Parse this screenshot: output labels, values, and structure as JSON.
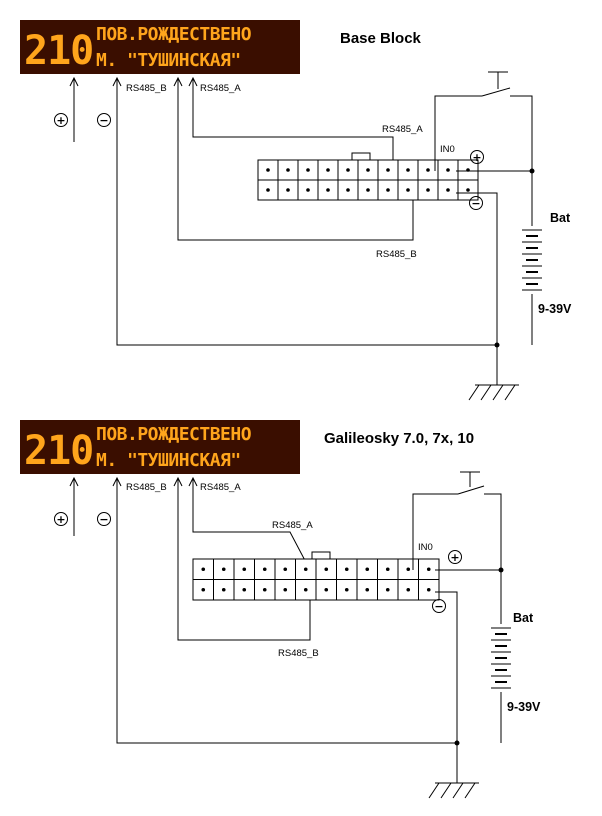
{
  "diagrams": [
    {
      "title": "Base Block",
      "led": {
        "route": "210",
        "line1": "ПОВ.РОЖДЕСТВЕНО",
        "line2": "М. \"ТУШИНСКАЯ\""
      },
      "sign_plus": "+",
      "sign_minus": "−",
      "rs485_b_top": "RS485_B",
      "rs485_a_top": "RS485_A",
      "rs485_a_pin": "RS485_A",
      "rs485_b_pin": "RS485_B",
      "in0": "IN0",
      "conn_plus": "+",
      "conn_minus": "−",
      "bat": "Bat",
      "voltage": "9-39V"
    },
    {
      "title": "Galileosky 7.0, 7x, 10",
      "led": {
        "route": "210",
        "line1": "ПОВ.РОЖДЕСТВЕНО",
        "line2": "М. \"ТУШИНСКАЯ\""
      },
      "sign_plus": "+",
      "sign_minus": "−",
      "rs485_b_top": "RS485_B",
      "rs485_a_top": "RS485_A",
      "rs485_a_pin": "RS485_A",
      "rs485_b_pin": "RS485_B",
      "in0": "IN0",
      "conn_plus": "+",
      "conn_minus": "−",
      "bat": "Bat",
      "voltage": "9-39V"
    }
  ],
  "colors": {
    "led_background": "#3a0e00",
    "led_glow": "#ffa51c",
    "wire": "#000000"
  },
  "icons": [
    "led-display-icon",
    "battery-icon",
    "ground-icon",
    "switch-icon",
    "connector-icon"
  ]
}
